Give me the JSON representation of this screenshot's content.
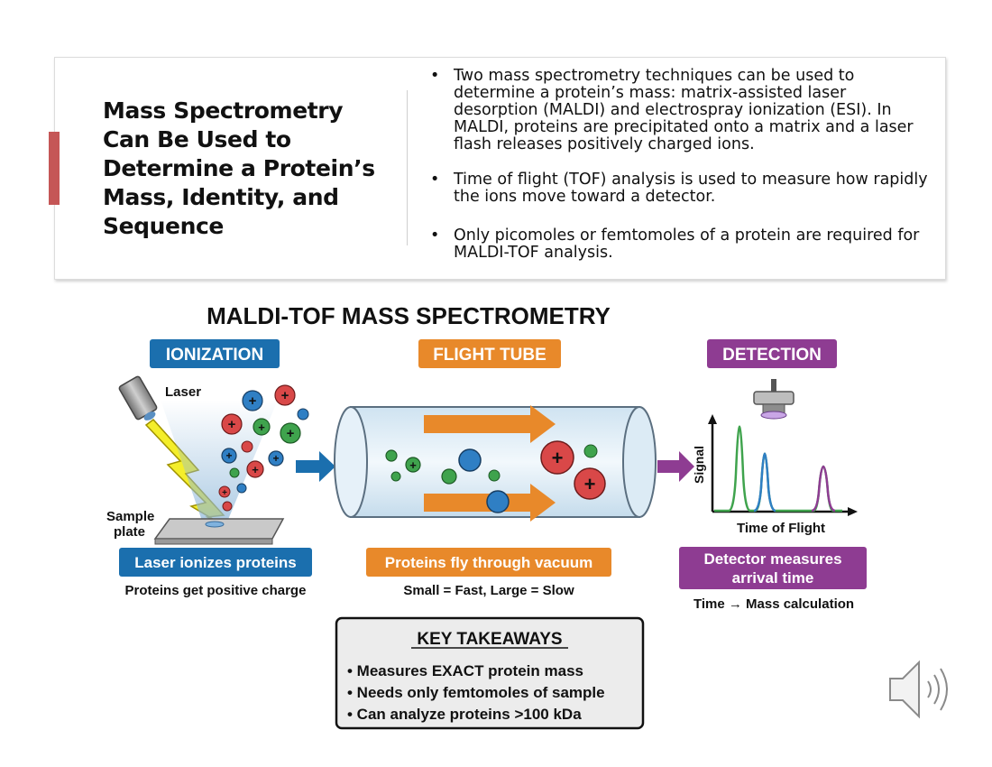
{
  "slide": {
    "title": "Mass Spectrometry Can Be Used to Determine a Protein’s Mass, Identity, and Sequence",
    "bullets": [
      "Two mass spectrometry techniques can be used to determine a protein’s mass: matrix-assisted laser desorption (MALDI) and electrospray ionization (ESI). In MALDI, proteins are precipitated onto a matrix and a laser flash releases positively charged ions.",
      "Time of flight (TOF) analysis is used to measure how rapidly the ions move toward a detector.",
      "Only picomoles or femtomoles of a protein are required for MALDI-TOF analysis."
    ],
    "bullet_glyph": "•"
  },
  "diagram": {
    "title": "MALDI-TOF MASS SPECTROMETRY",
    "colors": {
      "ionization": "#1b6fae",
      "flight": "#e8892a",
      "detection": "#8e3c92",
      "positive_ion": "#d94848",
      "green_ion": "#3fa34d",
      "blue_ion": "#2f7fc4",
      "laser_beam": "#f4ee2a"
    },
    "ionization": {
      "header": "IONIZATION",
      "laser_label": "Laser",
      "plate_label_line1": "Sample",
      "plate_label_line2": "plate",
      "caption": "Laser ionizes proteins",
      "subcaption": "Proteins get positive charge"
    },
    "flight": {
      "header": "FLIGHT TUBE",
      "caption": "Proteins fly through vacuum",
      "subcaption": "Small = Fast, Large = Slow"
    },
    "detection": {
      "header": "DETECTION",
      "y_label": "Signal",
      "x_label": "Time of Flight",
      "caption_line1": "Detector measures",
      "caption_line2": "arrival time",
      "subcaption": "Time → Mass calculation"
    },
    "plus_sign": "+",
    "takeaways": {
      "heading": "KEY TAKEAWAYS",
      "items": [
        "• Measures EXACT protein mass",
        "• Needs only femtomoles of sample",
        "• Can analyze proteins >100 kDa"
      ]
    }
  },
  "icons": {
    "speaker": "speaker-audio-icon"
  }
}
